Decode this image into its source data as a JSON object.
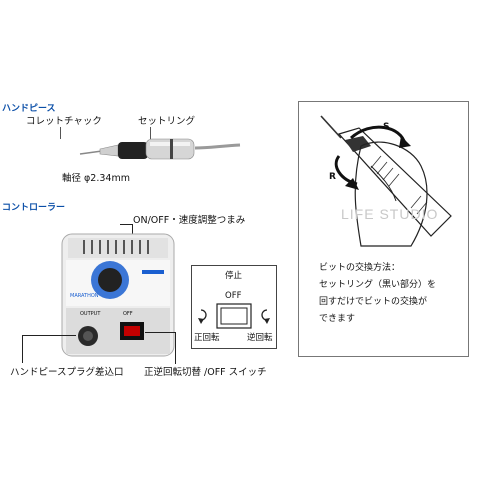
{
  "handpiece": {
    "section_title": "ハンドピース",
    "collet_chuck": "コレットチャック",
    "set_ring": "セットリング",
    "shaft_diameter": "軸径 φ2.34mm"
  },
  "controller": {
    "section_title": "コントローラー",
    "knob_label": "ON/OFF・速度調整つまみ",
    "plug_label": "ハンドピースプラグ差込口",
    "switch_label": "正逆回転切替 /OFF スイッチ",
    "device_output": "OUTPUT",
    "device_off": "OFF",
    "device_brand": "MARATHON"
  },
  "switch_diagram": {
    "stop": "停止",
    "off": "OFF",
    "forward": "正回転",
    "reverse": "逆回転"
  },
  "bit_change": {
    "label_s": "S",
    "label_r": "R",
    "watermark": "LIFE STUDIO",
    "note_lines": [
      "ビットの交換方法：",
      "セットリング（黒い部分）を",
      "回すだけでビットの交換が",
      "できます"
    ]
  }
}
